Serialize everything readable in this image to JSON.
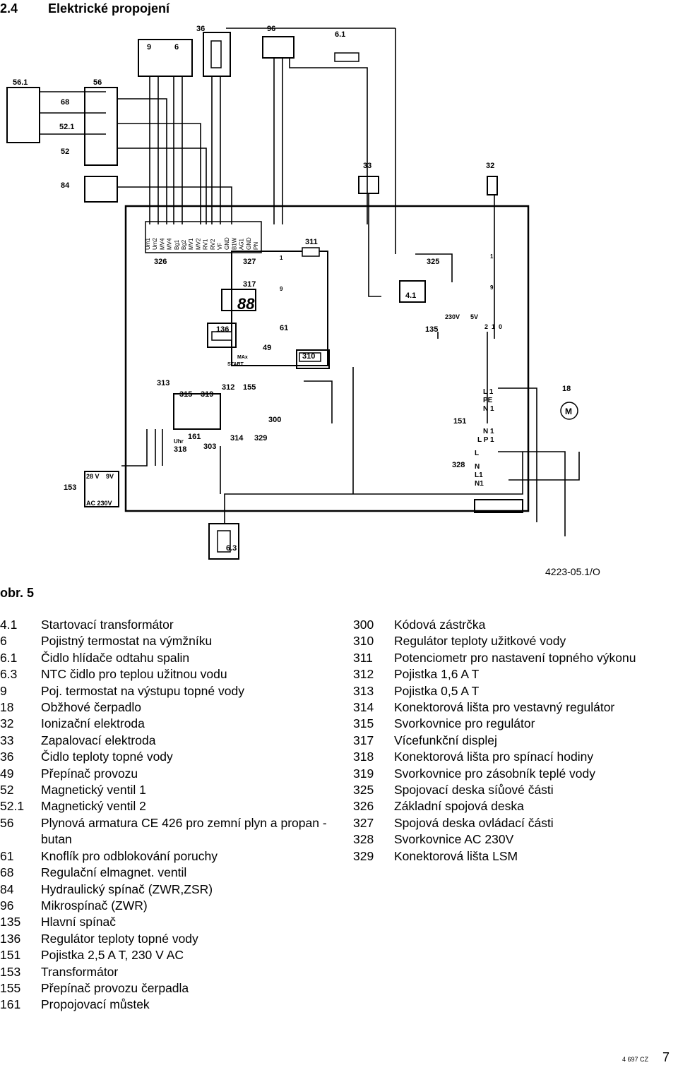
{
  "header": {
    "section_number": "2.4",
    "section_title": "Elektrické propojení"
  },
  "diagram": {
    "drawing_code": "4223-05.1/O",
    "connector_pins": [
      "Um1",
      "Um2",
      "MV4",
      "MV4",
      "Bg1",
      "Bg2",
      "MV1",
      "MV2",
      "RV1",
      "RV2",
      "VF",
      "GND",
      "B1W",
      "AG1",
      "GND",
      "PN"
    ],
    "labels": {
      "c9": "9",
      "c6": "6",
      "c36": "36",
      "c96": "96",
      "c61top": "6.1",
      "c561": "56.1",
      "c56": "56",
      "c68": "68",
      "c521": "52.1",
      "c52": "52",
      "c84": "84",
      "c33": "33",
      "c32": "32",
      "c326": "326",
      "c327": "327",
      "c311": "311",
      "c325": "325",
      "c317": "317",
      "c41": "4.1",
      "c61": "61",
      "c136": "136",
      "c135": "135",
      "c49": "49",
      "c310": "310",
      "c313": "313",
      "c315": "315",
      "c319": "319",
      "c312": "312",
      "c155": "155",
      "c18": "18",
      "c300": "300",
      "c151": "151",
      "c161": "161",
      "c318": "318",
      "c303": "303",
      "c314": "314",
      "c329": "329",
      "c328": "328",
      "c153": "153",
      "c63": "6.3",
      "t28v": "28 V",
      "t9v": "9V",
      "tac": "AC 230V",
      "t230v": "230V",
      "t5v": "5V",
      "tuhr": "Uhr",
      "tmax": "MAx",
      "tstart": "START",
      "tl1": "L 1",
      "tpe": "PE",
      "tn1": "N 1",
      "tn1b": "N 1",
      "tlp1": "L P 1",
      "tl": "L",
      "tn": "N",
      "tl1b": "L1",
      "tn1c": "N1",
      "tm": "M",
      "sw2": "2",
      "sw1": "1",
      "sw0": "0",
      "disp": "88",
      "p1": "1",
      "p9": "9",
      "p1b": "1",
      "p9b": "9"
    }
  },
  "figure_label": "obr. 5",
  "legend_left": [
    {
      "n": "4.1",
      "t": "Startovací transformátor"
    },
    {
      "n": "6",
      "t": "Pojistný termostat na výmžníku"
    },
    {
      "n": "6.1",
      "t": "Čidlo hlídače odtahu spalin"
    },
    {
      "n": "6.3",
      "t": "NTC čidlo pro teplou užitnou vodu"
    },
    {
      "n": "9",
      "t": "Poj. termostat na výstupu topné vody"
    },
    {
      "n": "18",
      "t": "Obžhové čerpadlo"
    },
    {
      "n": "32",
      "t": "Ionizační elektroda"
    },
    {
      "n": "33",
      "t": "Zapalovací elektroda"
    },
    {
      "n": "36",
      "t": "Čidlo teploty topné vody"
    },
    {
      "n": "49",
      "t": "Přepínač provozu"
    },
    {
      "n": "52",
      "t": "Magnetický ventil 1"
    },
    {
      "n": "52.1",
      "t": "Magnetický ventil 2"
    },
    {
      "n": "56",
      "t": "Plynová armatura CE 426 pro zemní plyn a propan - butan"
    },
    {
      "n": "61",
      "t": "Knoflík pro odblokování poruchy"
    },
    {
      "n": "68",
      "t": "Regulační elmagnet. ventil"
    },
    {
      "n": "84",
      "t": "Hydraulický spínač (ZWR,ZSR)"
    },
    {
      "n": "96",
      "t": "Mikrospínač (ZWR)"
    },
    {
      "n": "135",
      "t": "Hlavní spínač"
    },
    {
      "n": "136",
      "t": "Regulátor teploty topné vody"
    },
    {
      "n": "151",
      "t": "Pojistka 2,5 A T, 230 V AC"
    },
    {
      "n": "153",
      "t": "Transformátor"
    },
    {
      "n": "155",
      "t": "Přepínač provozu čerpadla"
    },
    {
      "n": "161",
      "t": "Propojovací můstek"
    }
  ],
  "legend_right": [
    {
      "n": "300",
      "t": "Kódová zástrčka"
    },
    {
      "n": "310",
      "t": "Regulátor teploty užitkové vody"
    },
    {
      "n": "311",
      "t": "Potenciometr pro nastavení topného výkonu"
    },
    {
      "n": "312",
      "t": "Pojistka 1,6 A T"
    },
    {
      "n": "313",
      "t": "Pojistka 0,5 A T"
    },
    {
      "n": "314",
      "t": "Konektorová lišta pro vestavný regulátor"
    },
    {
      "n": "315",
      "t": "Svorkovnice pro regulátor"
    },
    {
      "n": "317",
      "t": "Vícefunkční displej"
    },
    {
      "n": "318",
      "t": "Konektorová lišta pro spínací hodiny"
    },
    {
      "n": "319",
      "t": "Svorkovnice pro zásobník teplé vody"
    },
    {
      "n": "325",
      "t": "Spojovací deska síůové části"
    },
    {
      "n": "326",
      "t": "Základní spojová deska"
    },
    {
      "n": "327",
      "t": "Spojová deska ovládací části"
    },
    {
      "n": "328",
      "t": "Svorkovnice AC 230V"
    },
    {
      "n": "329",
      "t": "Konektorová lišta LSM"
    }
  ],
  "footer": {
    "doc_code": "4 697 CZ",
    "page_number": "7"
  }
}
